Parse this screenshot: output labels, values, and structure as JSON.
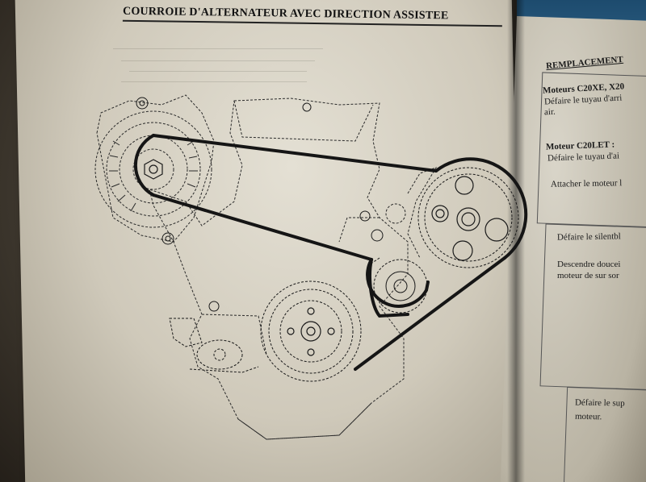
{
  "left_page": {
    "title": "COURROIE D'ALTERNATEUR AVEC  DIRECTION ASSISTEE"
  },
  "right_page": {
    "section_header": "REMPLACEMENT",
    "block1": {
      "heading": "Moteurs C20XE, X20",
      "line1": "Défaire le tuyau d'arri",
      "line2": "air."
    },
    "block2": {
      "heading": "Moteur C20LET :",
      "line1": "Défaire le tuyau d'ai"
    },
    "block3": {
      "line1": "Attacher le moteur l"
    },
    "block4": {
      "line1": "Défaire le silentbl"
    },
    "block5": {
      "line1": "Descendre doucei",
      "line2": "moteur de sur sor"
    },
    "block6": {
      "line1": "Défaire le sup",
      "line2": "moteur."
    }
  },
  "colors": {
    "paper": "#e4e0d4",
    "ink": "#111111",
    "belt": "#151515",
    "cover_blue": "#1d4b6e"
  }
}
